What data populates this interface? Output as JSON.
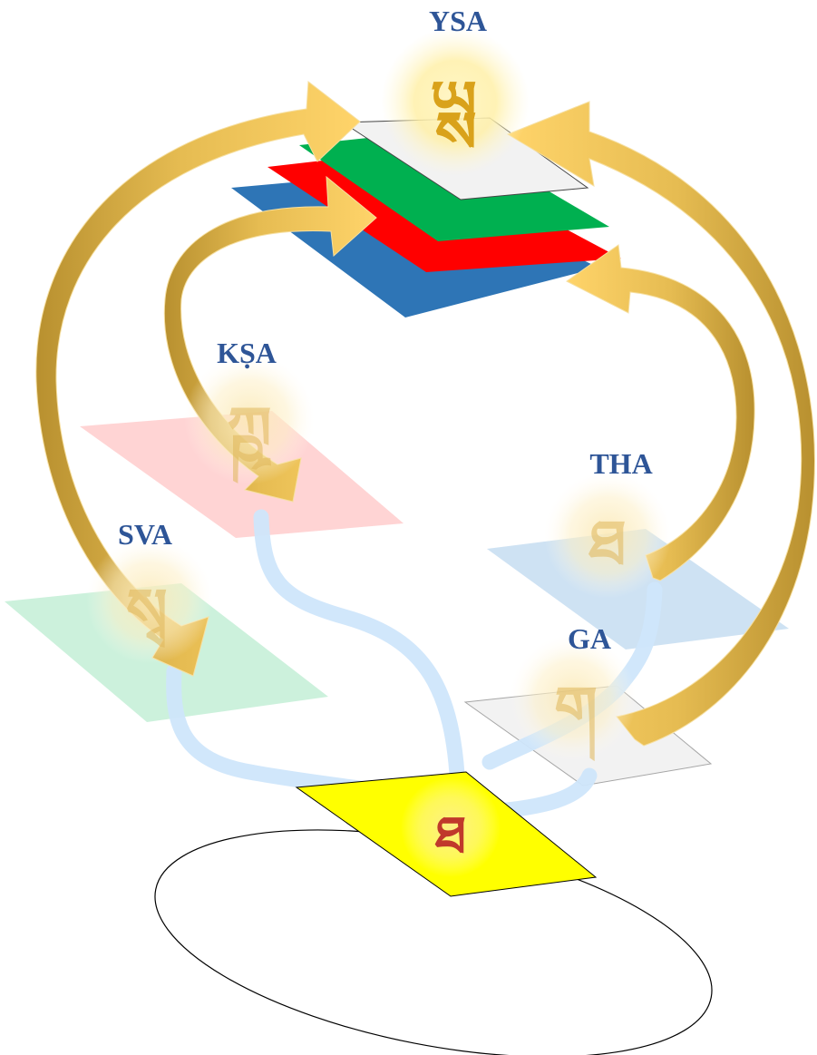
{
  "labels": {
    "ysa": "YSA",
    "ksa": "KṢA",
    "sva": "SVA",
    "tha": "THA",
    "ga": "GA"
  },
  "glyphs": {
    "ysa": "ཡྶ",
    "ksa": "ཀྵ",
    "sva": "སྭ",
    "tha": "ཐ",
    "ga": "ག",
    "center": "ཐ"
  },
  "colors": {
    "label_text": "#2e5597",
    "arrow_gold": "#f2c24d",
    "plane_blue": "#2e75b6",
    "plane_red": "#ff0000",
    "plane_green": "#00b050",
    "plane_white": "#f2f2f2",
    "plane_yellow": "#ffff00",
    "plane_pink": "#ffcccc",
    "plane_mint": "#c6efd8",
    "plane_lightblue": "#c9dff2",
    "channel_blue": "#cfe6fb",
    "glyph_gold": "#d9a21b",
    "glyph_red": "#c0392b"
  }
}
